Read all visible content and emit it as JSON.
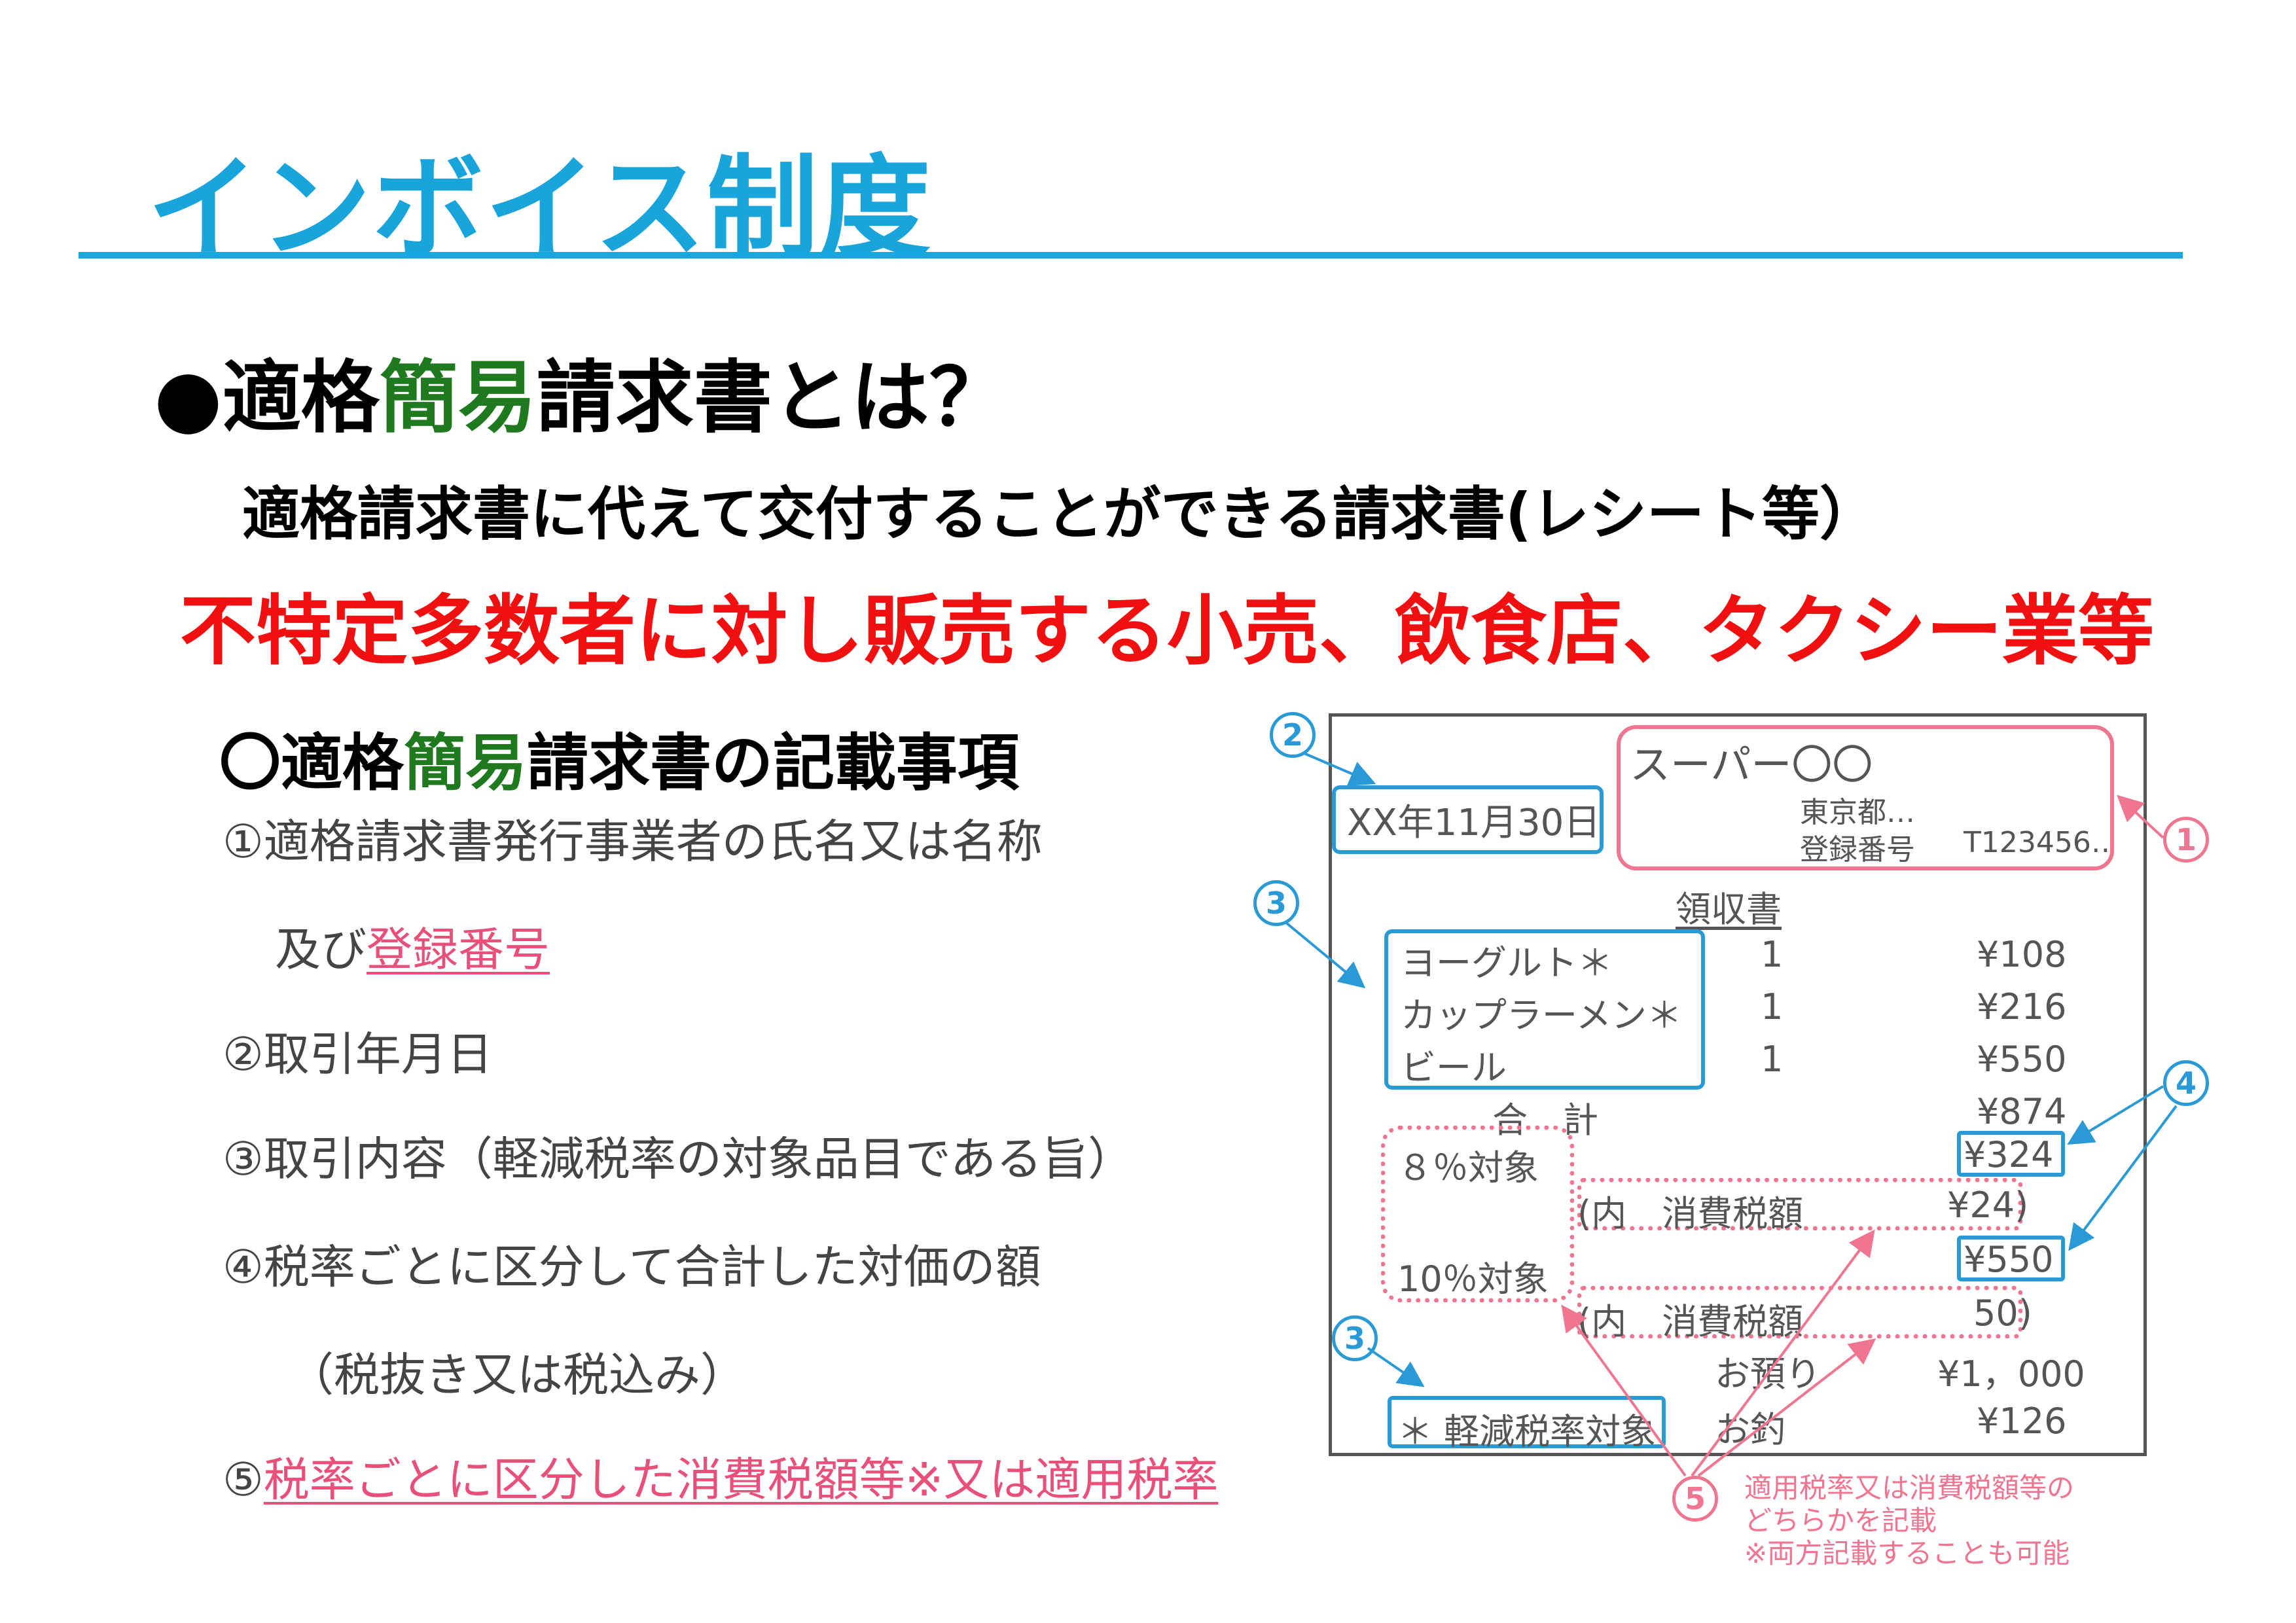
{
  "title": "インボイス制度",
  "heading": {
    "prefix": "●適格",
    "highlight": "簡易",
    "suffix": "請求書とは？"
  },
  "description": "適格請求書に代えて交付することができる請求書(レシート等）",
  "target_businesses": "不特定多数者に対し販売する小売、飲食店、タクシー業等",
  "requirements": {
    "heading": {
      "prefix": "〇適格",
      "highlight": "簡易",
      "suffix": "請求書の記載事項"
    },
    "item1_line1": "①適格請求書発行事業者の氏名又は名称",
    "item1_line2_prefix": "及び",
    "item1_line2_highlight": "登録番号",
    "item2": "②取引年月日",
    "item3": "③取引内容（軽減税率の対象品目である旨）",
    "item4_line1": "④税率ごとに区分して合計した対価の額",
    "item4_line2": "（税抜き又は税込み）",
    "item5_prefix": "⑤",
    "item5_highlight": "税率ごとに区分した消費税額等※又は適用税率"
  },
  "receipt": {
    "date": "XX年11月30日",
    "store_name": "スーパー〇〇",
    "address": "東京都…",
    "registration_label": "登録番号",
    "registration_number": "T123456‥",
    "doc_title": "領収書",
    "items": [
      {
        "name": "ヨーグルト＊",
        "qty": "1",
        "price": "¥108"
      },
      {
        "name": "カップラーメン＊",
        "qty": "1",
        "price": "¥216"
      },
      {
        "name": "ビール",
        "qty": "1",
        "price": "¥550"
      }
    ],
    "total_label": "合　計",
    "total_value": "¥874",
    "rate8_label": "８％対象",
    "rate8_value": "¥324",
    "tax8_label": "(内　消費税額",
    "tax8_value": "¥24)",
    "rate10_label": "10％対象",
    "rate10_value": "¥550",
    "tax10_label": "(内　消費税額",
    "tax10_value": "50)",
    "deposit_label": "お預り",
    "deposit_value": "¥1，000",
    "change_label": "お釣",
    "change_value": "¥126",
    "reduced_note": "＊ 軽減税率対象"
  },
  "markers": {
    "m1": "1",
    "m2": "2",
    "m3": "3",
    "m4": "4",
    "m5": "5"
  },
  "note": {
    "line1": "適用税率又は消費税額等の",
    "line2": "どちらかを記載",
    "line3": "※両方記載することも可能"
  },
  "colors": {
    "title": "#1aa4dc",
    "green": "#1f7a1f",
    "red": "#f01010",
    "pink": "#ef7590",
    "blue": "#2a9ad6"
  }
}
